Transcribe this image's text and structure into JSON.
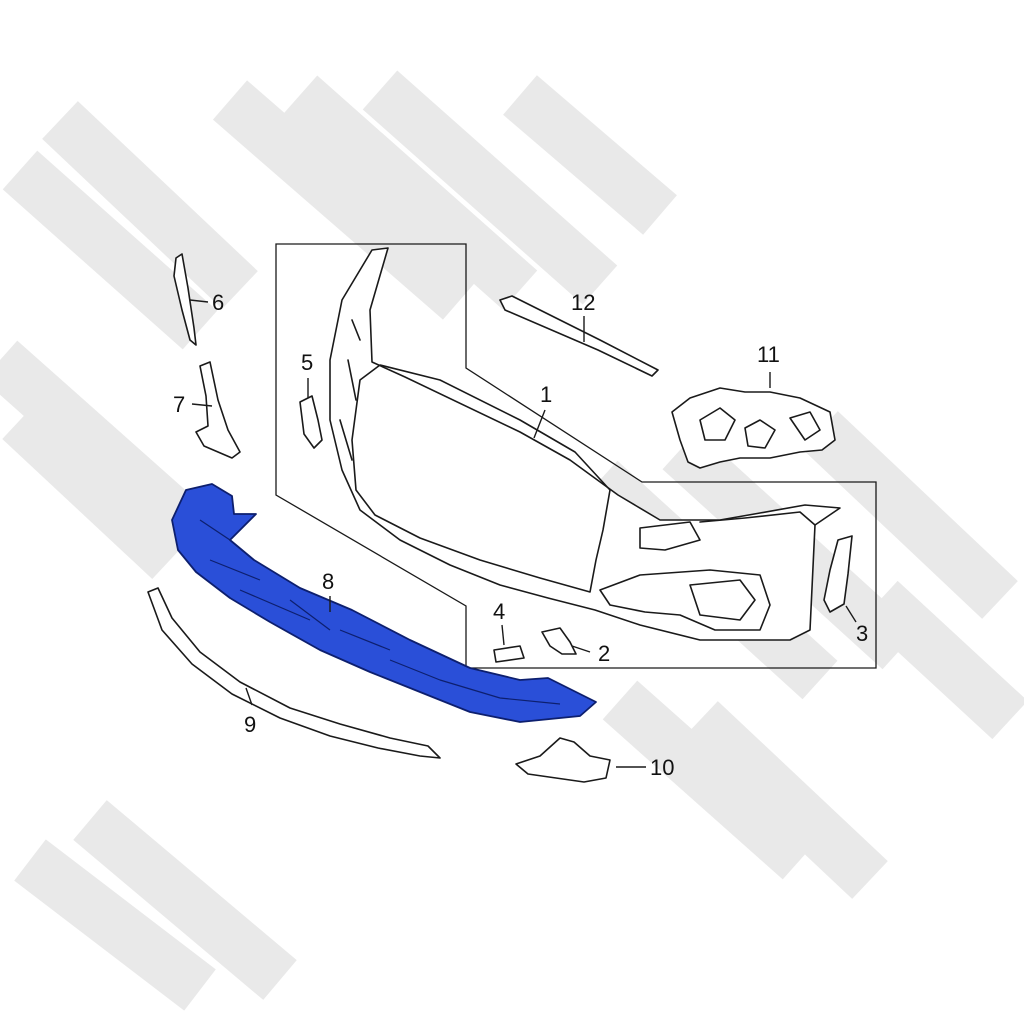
{
  "diagram": {
    "highlight_color": "#2a4fd8",
    "highlight_stroke": "#0d1f6e",
    "line_color": "#1a1a1a",
    "watermark_color": "#e9e9e9",
    "callouts": [
      {
        "id": "1",
        "label": "1",
        "part": "bumper-cover"
      },
      {
        "id": "2",
        "label": "2",
        "part": "small-clip"
      },
      {
        "id": "3",
        "label": "3",
        "part": "right-side-trim"
      },
      {
        "id": "4",
        "label": "4",
        "part": "tow-hook-cap"
      },
      {
        "id": "5",
        "label": "5",
        "part": "left-side-bracket"
      },
      {
        "id": "6",
        "label": "6",
        "part": "left-upper-guide"
      },
      {
        "id": "7",
        "label": "7",
        "part": "left-lower-guide"
      },
      {
        "id": "8",
        "label": "8",
        "part": "lower-absorber-highlighted"
      },
      {
        "id": "9",
        "label": "9",
        "part": "lower-trim-strip"
      },
      {
        "id": "10",
        "label": "10",
        "part": "right-lower-bracket"
      },
      {
        "id": "11",
        "label": "11",
        "part": "center-mount-bracket"
      },
      {
        "id": "12",
        "label": "12",
        "part": "upper-trim-strip"
      }
    ]
  }
}
